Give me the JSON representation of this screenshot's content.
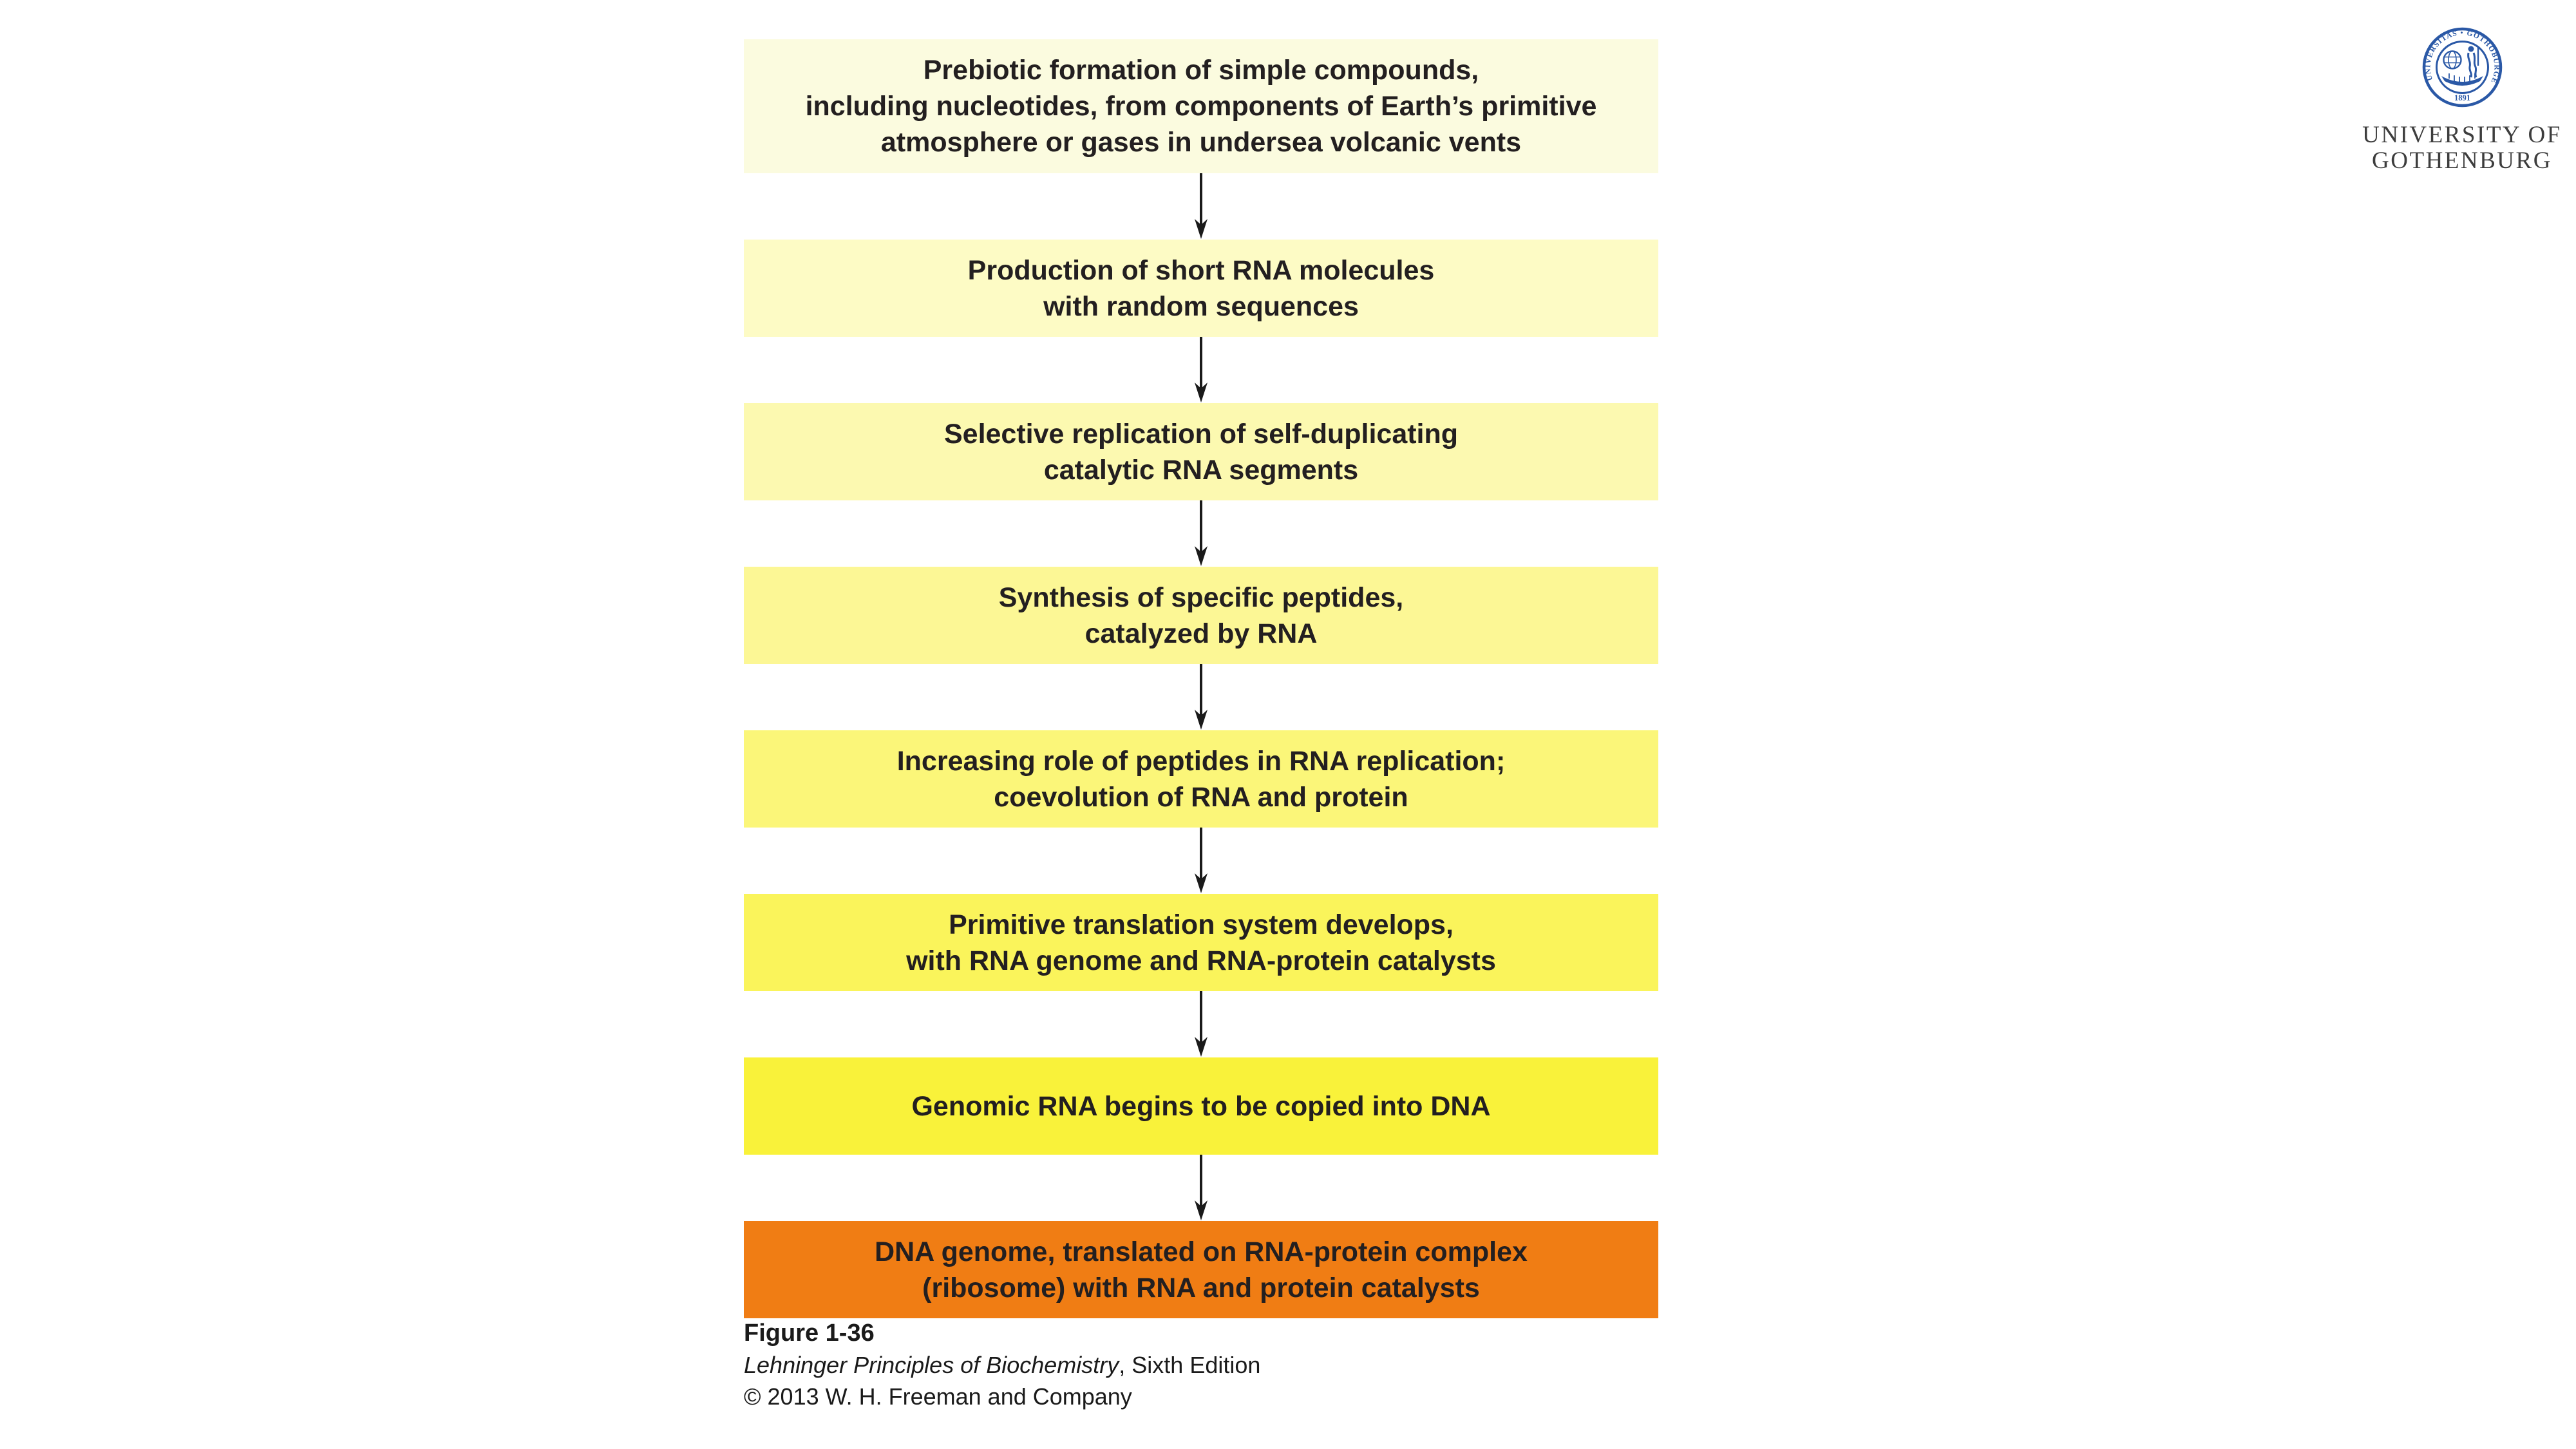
{
  "slide": {
    "background": "#ffffff"
  },
  "flowchart": {
    "arrow_color": "#1a1a1a",
    "text_color": "#231f20",
    "steps": [
      {
        "text": "Prebiotic formation of simple compounds,\nincluding nucleotides, from components of Earth’s primitive\natmosphere or gases in undersea volcanic vents",
        "color": "#fbfbdf"
      },
      {
        "text": "Production of short RNA molecules\nwith random sequences",
        "color": "#fdfbc5"
      },
      {
        "text": "Selective replication of self-duplicating\ncatalytic RNA segments",
        "color": "#fcf9b0"
      },
      {
        "text": "Synthesis of specific peptides,\ncatalyzed by RNA",
        "color": "#fcf795"
      },
      {
        "text": "Increasing role of peptides in RNA replication;\ncoevolution of RNA and protein",
        "color": "#fbf679"
      },
      {
        "text": "Primitive translation system develops,\nwith RNA genome and RNA-protein catalysts",
        "color": "#faf45b"
      },
      {
        "text": "Genomic RNA begins to be copied into DNA",
        "color": "#f9f23a"
      },
      {
        "text": "DNA genome, translated on RNA-protein complex\n(ribosome) with RNA and protein catalysts",
        "color": "#f07d14"
      }
    ]
  },
  "caption": {
    "figure_label": "Figure 1-36",
    "book_title": "Lehninger Principles of Biochemistry",
    "edition": ", Sixth Edition",
    "copyright": "© 2013 W. H. Freeman and Company"
  },
  "logo": {
    "seal_text": "UNIVERSITAS • GOTHOBURGENSIS",
    "seal_year": "1891",
    "seal_color": "#2a58a6",
    "name_line1": "UNIVERSITY OF",
    "name_line2": "GOTHENBURG"
  }
}
